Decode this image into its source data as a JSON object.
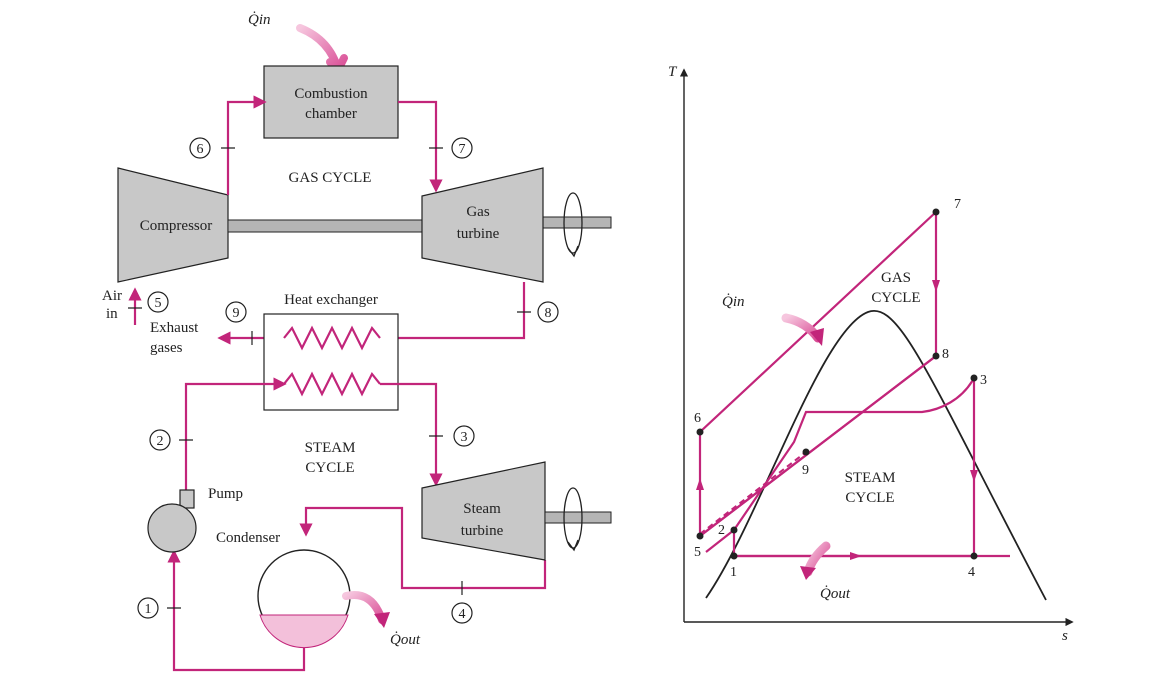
{
  "schematic": {
    "q_in": "Q̇in",
    "q_out": "Q̇out",
    "combustion_chamber": [
      "Combustion",
      "chamber"
    ],
    "gas_cycle": "GAS CYCLE",
    "compressor": "Compressor",
    "gas_turbine": [
      "Gas",
      "turbine"
    ],
    "air_in": [
      "Air",
      "in"
    ],
    "exhaust": [
      "Exhaust",
      "gases"
    ],
    "heat_exchanger": "Heat exchanger",
    "steam_cycle": [
      "STEAM",
      "CYCLE"
    ],
    "pump": "Pump",
    "condenser": "Condenser",
    "steam_turbine": [
      "Steam",
      "turbine"
    ],
    "states": [
      "1",
      "2",
      "3",
      "4",
      "5",
      "6",
      "7",
      "8",
      "9"
    ]
  },
  "ts_diagram": {
    "y_axis": "T",
    "x_axis": "s",
    "gas_cycle": [
      "GAS",
      "CYCLE"
    ],
    "steam_cycle": [
      "STEAM",
      "CYCLE"
    ],
    "q_in": "Q̇in",
    "q_out": "Q̇out",
    "states": [
      "1",
      "2",
      "3",
      "4",
      "5",
      "6",
      "7",
      "8",
      "9"
    ]
  },
  "colors": {
    "cycle_line": "#c2257a",
    "component_fill": "#c8c8c8",
    "ink": "#222222"
  }
}
